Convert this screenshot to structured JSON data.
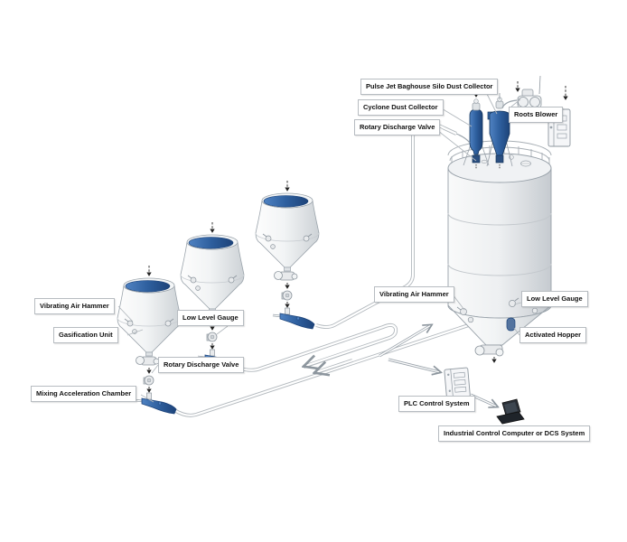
{
  "labels": {
    "pulse_jet_baghouse": "Pulse Jet Baghouse Silo Dust Collector",
    "cyclone_dust_collector": "Cyclone Dust Collector",
    "rotary_discharge_valve_top": "Rotary Discharge Valve",
    "roots_blower": "Roots Blower",
    "vibrating_air_hammer_left": "Vibrating Air Hammer",
    "gasification_unit": "Gasification Unit",
    "low_level_gauge_left": "Low Level Gauge",
    "rotary_discharge_valve_bottom": "Rotary Discharge Valve",
    "mixing_acceleration_chamber": "Mixing Acceleration Chamber",
    "vibrating_air_hammer_right": "Vibrating Air Hammer",
    "low_level_gauge_right": "Low Level Gauge",
    "activated_hopper": "Activated Hopper",
    "plc_control_system": "PLC Control System",
    "industrial_computer": "Industrial Control Computer or DCS System"
  },
  "colors": {
    "equipment_blue": "#2e5f9e",
    "equipment_blue_dark": "#1d4379",
    "outline_gray": "#9aa3ab",
    "background": "#ffffff"
  }
}
